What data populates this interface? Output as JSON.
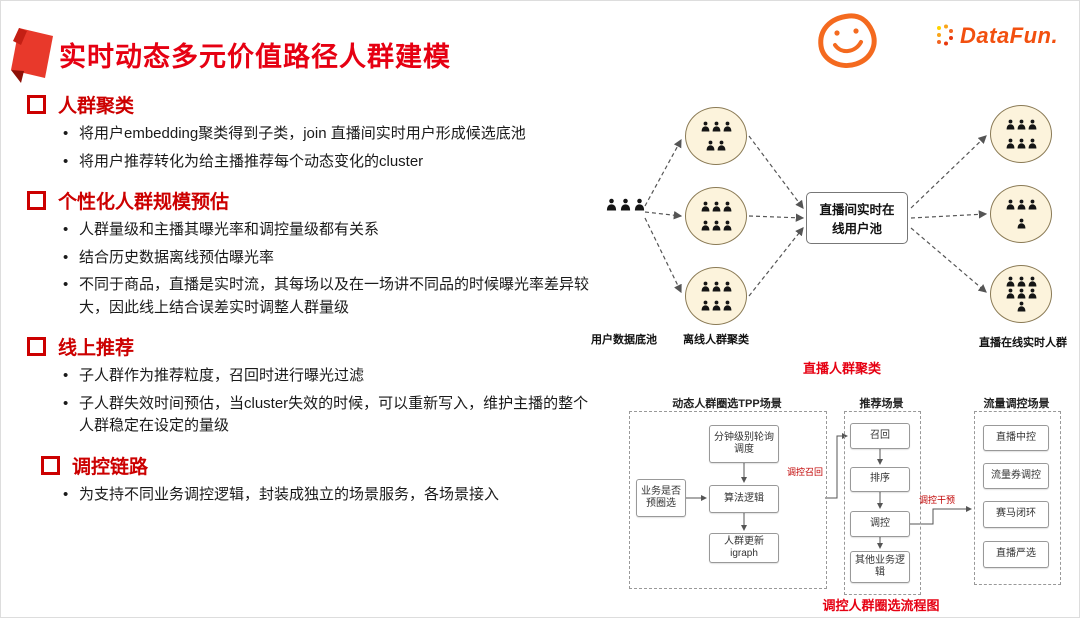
{
  "slide": {
    "title": "实时动态多元价值路径人群建模",
    "datafun_logo": "DataFun."
  },
  "colors": {
    "title_red": "#e60012",
    "heading_red": "#cc0000",
    "caption_red": "#e60012",
    "logo_orange": "#f2500f",
    "alibaba_orange": "#f46a1f",
    "ellipse_fill": "#fcf3dc"
  },
  "sections": [
    {
      "heading": "人群聚类",
      "bullets": [
        "将用户embedding聚类得到子类，join 直播间实时用户形成候选底池",
        "将用户推荐转化为给主播推荐每个动态变化的cluster"
      ]
    },
    {
      "heading": "个性化人群规模预估",
      "bullets": [
        "人群量级和主播其曝光率和调控量级都有关系",
        "结合历史数据离线预估曝光率",
        "不同于商品，直播是实时流，其每场以及在一场讲不同品的时候曝光率差异较大，因此线上结合误差实时调整人群量级"
      ]
    },
    {
      "heading": "线上推荐",
      "bullets": [
        "子人群作为推荐粒度，召回时进行曝光过滤",
        "子人群失效时间预估，当cluster失效的时候，可以重新写入，维护主播的整个人群稳定在设定的量级"
      ]
    },
    {
      "heading": "调控链路",
      "bullets": [
        "为支持不同业务调控逻辑，封装成独立的场景服务，各场景接入"
      ]
    }
  ],
  "cluster_diagram": {
    "source_label": "用户数据底池",
    "offline_label": "离线人群聚类",
    "pool_box": "直播间实时在线用户池",
    "online_label": "直播在线实时人群",
    "caption": "直播人群聚类"
  },
  "flowchart": {
    "tpp": {
      "title": "动态人群圈选TPP场景",
      "precheck": "业务是否预圈选",
      "schedule": "分钟级别轮询调度",
      "algo": "算法逻辑",
      "update": "人群更新igraph"
    },
    "rec": {
      "title": "推荐场景",
      "items": [
        "召回",
        "排序",
        "调控",
        "其他业务逻辑"
      ]
    },
    "traffic": {
      "title": "流量调控场景",
      "items": [
        "直播中控",
        "流量券调控",
        "赛马闭环",
        "直播严选"
      ]
    },
    "arrow_recall_label": "调控召回",
    "arrow_intervene_label": "调控干预",
    "caption": "调控人群圈选流程图"
  }
}
